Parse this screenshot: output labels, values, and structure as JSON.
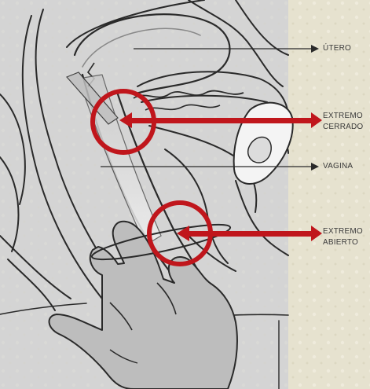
{
  "labels": {
    "uterus": "ÚTERO",
    "closed_end_line1": "EXTREMO",
    "closed_end_line2": "CERRADO",
    "vagina": "VAGINA",
    "open_end_line1": "EXTREMO",
    "open_end_line2": "ABIERTO"
  },
  "colors": {
    "background": "#e6e2cf",
    "panel": "#d4d4d4",
    "outline": "#2a2a2a",
    "accent": "#c0161c",
    "label_text": "#3a3a3a",
    "pointer": "#2a2a2a"
  },
  "icons": {
    "pointer": "arrow-right-icon"
  }
}
